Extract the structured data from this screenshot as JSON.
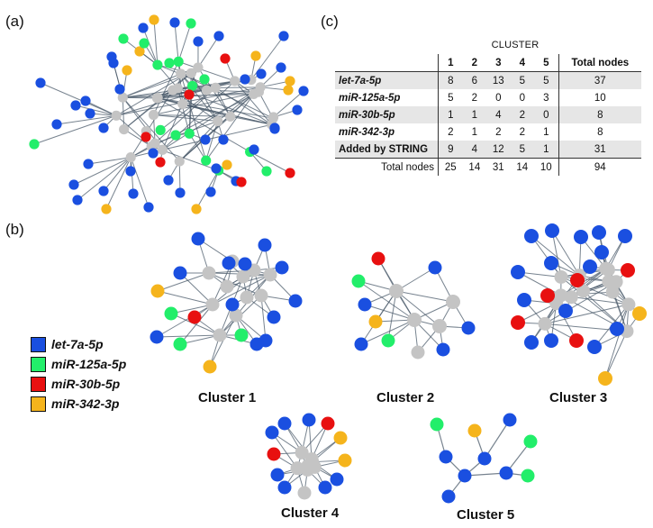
{
  "panels": {
    "a": "(a)",
    "b": "(b)",
    "c": "(c)"
  },
  "colors": {
    "let7a": "#1a4fe0",
    "mir125a": "#22ee6a",
    "mir30b": "#e81010",
    "mir342": "#f5b41c",
    "string": "#c4c4c4",
    "edge": "#4a5a6a"
  },
  "legend": [
    {
      "label": "let-7a-5p",
      "color": "#1a4fe0"
    },
    {
      "label": "miR-125a-5p",
      "color": "#22ee6a"
    },
    {
      "label": "miR-30b-5p",
      "color": "#e81010"
    },
    {
      "label": "miR-342-3p",
      "color": "#f5b41c"
    }
  ],
  "cluster_labels": [
    "Cluster 1",
    "Cluster 2",
    "Cluster 3",
    "Cluster 4",
    "Cluster 5"
  ],
  "table": {
    "title": "CLUSTER",
    "headers": [
      "",
      "1",
      "2",
      "3",
      "4",
      "5",
      "Total nodes"
    ],
    "rows": [
      {
        "label": "let-7a-5p",
        "values": [
          "8",
          "6",
          "13",
          "5",
          "5",
          "37"
        ]
      },
      {
        "label": "miR-125a-5p",
        "values": [
          "5",
          "2",
          "0",
          "0",
          "3",
          "10"
        ]
      },
      {
        "label": "miR-30b-5p",
        "values": [
          "1",
          "1",
          "4",
          "2",
          "0",
          "8"
        ]
      },
      {
        "label": "miR-342-3p",
        "values": [
          "2",
          "1",
          "2",
          "2",
          "1",
          "8"
        ]
      },
      {
        "label": "Added by STRING",
        "values": [
          "9",
          "4",
          "12",
          "5",
          "1",
          "31"
        ]
      },
      {
        "label": "Total nodes",
        "values": [
          "25",
          "14",
          "31",
          "14",
          "10",
          "94"
        ]
      }
    ]
  }
}
